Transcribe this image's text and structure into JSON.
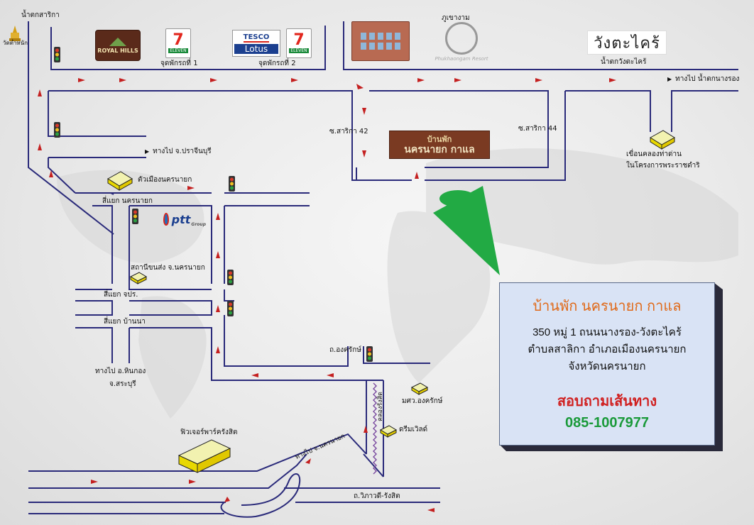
{
  "labels": {
    "waterfall_sarika": "น้ำตกสาริกา",
    "wat": "วัดต่ำหนัก",
    "rest1": "จุดพักรถที่ 1",
    "rest2": "จุดพักรถที่ 2",
    "phukhao": "ภูเขางาม",
    "wang_fall": "น้ำตกวังตะไคร้",
    "to_nangrong": "ทางไป น้ำตกนางรอง",
    "soi42": "ซ.สาริกา",
    "soi42_num": "42",
    "soi44": "ซ.สาริกา",
    "soi44_num": "44",
    "to_prachin": "ทางไป จ.ปราจีนบุรี",
    "city_hall": "ตัวเมืองนครนายก",
    "dam_1": "เขื่อนคลองท่าด่าน",
    "dam_2": "ในโครงการพระราชดำริ",
    "junction_nakhon": "สี่แยก นครนายก",
    "bus_station": "สถานีขนส่ง จ.นครนายก",
    "junction_jpr": "สี่แยก จปร.",
    "junction_bannna": "สี่แยก บ้านนา",
    "ongkharak_rd": "ถ.องครักษ์",
    "to_hinkong_1": "ทางไป อ.หินกอง",
    "to_hinkong_2": "จ.สระบุรี",
    "swu": "มศว.องครักษ์",
    "rangsit_canal": "คลองรังสิต",
    "dreamworld": "ดรีมเวิลด์",
    "future_park": "ฟิวเจอร์พาร์ครังสิต",
    "to_nakhon_diag": "ทางไป จ.นครนายก",
    "vibhavadi": "ถ.วิภาวดี-รังสิต"
  },
  "logos": {
    "royal_hills": "ROYAL HILLS",
    "seven": "7",
    "eleven": "ELEVEN",
    "tesco": "TESCO",
    "lotus": "Lotus",
    "phukhao_sub": "Phukhaongam Resort",
    "wang": "วังตะไคร้",
    "resort_top": "บ้านพัก",
    "resort_main": "นครนายก กาแล",
    "ptt": "ptt",
    "ptt_group": "Group"
  },
  "card": {
    "title": "บ้านพัก นครนายก กาแล",
    "line1": "350 หมู่ 1 ถนนนางรอง-วังตะไคร้",
    "line2": "ตำบลสาลิกา อำเภอเมืองนครนายก",
    "line3": "จังหวัดนครนายก",
    "ask": "สอบถามเส้นทาง",
    "phone": "085-1007977"
  },
  "colors": {
    "road": "#2a2a7a",
    "arrow": "#c42020",
    "pointer": "#22aa44",
    "card_bg": "#d9e3f5",
    "card_title": "#e06a1a",
    "card_ask": "#d02020",
    "card_phone": "#1a9a3a",
    "building_top": "#f2f2b0",
    "building_side": "#e8d800"
  }
}
